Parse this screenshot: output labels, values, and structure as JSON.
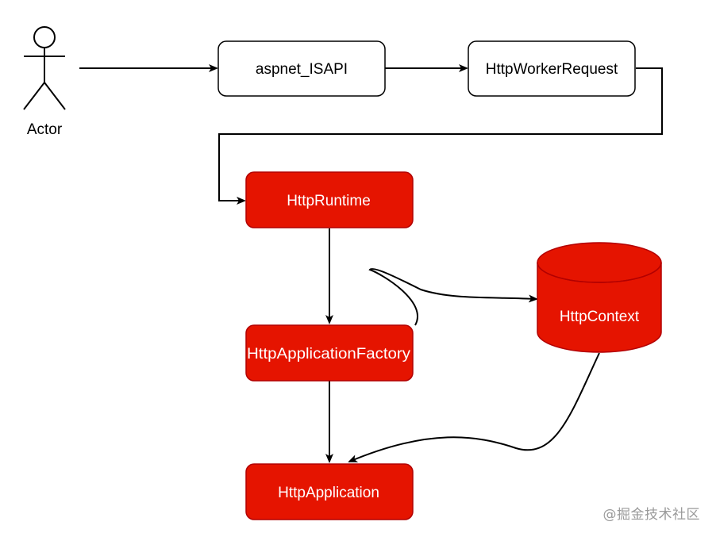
{
  "diagram": {
    "actor": {
      "label": "Actor"
    },
    "nodes": {
      "aspnet_isapi": {
        "label": "aspnet_ISAPI"
      },
      "http_worker_request": {
        "label": "HttpWorkerRequest"
      },
      "http_runtime": {
        "label": "HttpRuntime"
      },
      "http_application_factory": {
        "label": "HttpApplicationFactory"
      },
      "http_application": {
        "label": "HttpApplication"
      },
      "http_context": {
        "label": "HttpContext",
        "shape": "cylinder"
      }
    },
    "edges": [
      {
        "from": "Actor",
        "to": "aspnet_ISAPI"
      },
      {
        "from": "aspnet_ISAPI",
        "to": "HttpWorkerRequest"
      },
      {
        "from": "HttpWorkerRequest",
        "to": "HttpRuntime"
      },
      {
        "from": "HttpRuntime",
        "to": "HttpApplicationFactory"
      },
      {
        "from": "HttpApplicationFactory",
        "to": "HttpContext"
      },
      {
        "from": "HttpApplicationFactory",
        "to": "HttpApplication"
      },
      {
        "from": "HttpContext",
        "to": "HttpApplication"
      }
    ],
    "colors": {
      "highlight_fill": "#e51400",
      "highlight_stroke": "#b20000",
      "plain_fill": "#ffffff",
      "plain_stroke": "#000000",
      "edge": "#000000"
    }
  },
  "watermark": {
    "text": "@掘金技术社区"
  }
}
